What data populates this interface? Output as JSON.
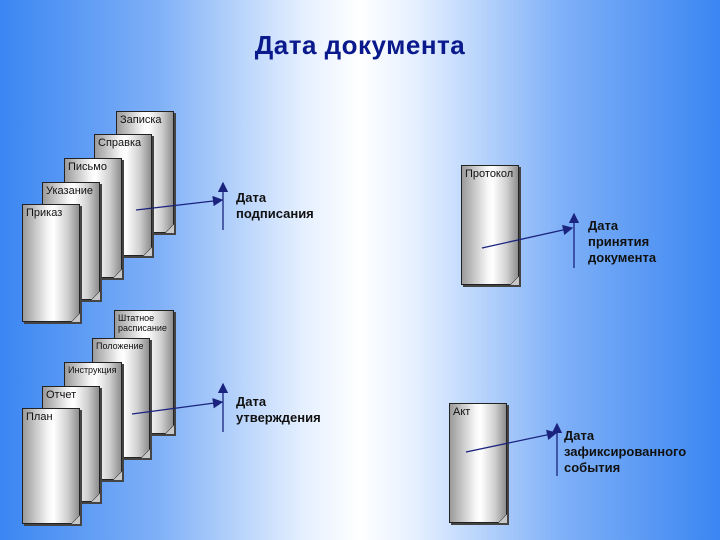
{
  "title": "Дата документа",
  "group1": {
    "docs": [
      "Записка",
      "Справка",
      "Письмо",
      "Указание",
      "Приказ"
    ],
    "caption": "Дата\nподписания"
  },
  "group2": {
    "doc": "Протокол",
    "caption": "Дата\nпринятия\nдокумента"
  },
  "group3": {
    "docs": [
      "Штатное расписание",
      "Положение",
      "Инструкция",
      "Отчет",
      "План"
    ],
    "caption": "Дата\nутверждения"
  },
  "group4": {
    "doc": "Акт",
    "caption": "Дата\nзафиксированного\nсобытия"
  }
}
